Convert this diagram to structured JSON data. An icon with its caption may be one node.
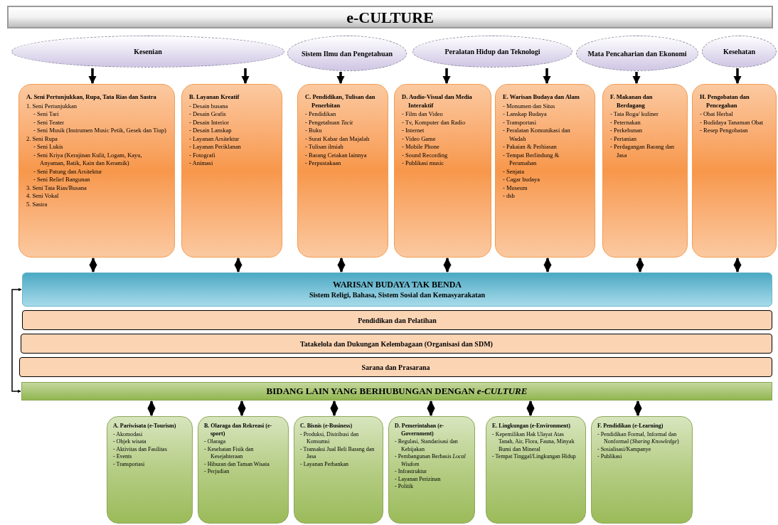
{
  "diagram": {
    "title": "e-CULTURE",
    "nodes": [
      {
        "text": [
          "Kesenian"
        ]
      },
      {
        "text": [
          "Sistem Ilmu dan Pengetahuan"
        ]
      },
      {
        "text": [
          "Peralatan Hidup dan Teknologi"
        ]
      },
      {
        "text": [
          "Mata Pencaharian dan Ekonomi"
        ]
      },
      {
        "text": [
          "Kesehatan"
        ]
      },
      {
        "text": [
          "A. Seni Pertunjukkan, Rupa, Tata Rias dan Sastra",
          "1. Seni Pertunjukkan",
          "- Seni Tari",
          "- Seni Teater",
          "- Seni Musik (Instrumen Music Petik, Gesek dan Tiup)",
          "2. Seni Rupa",
          "- Seni Lukis",
          "- Seni Kriya (Kerajinan Kulit, Logam, Kayu, Anyaman, Batik, Kain dan Keramik)",
          "- Seni Patung dan Arsitektur",
          "- Seni Relief Bangunan",
          "3. Seni Tata Rias/Busana",
          "4. Seni Vokal",
          "5. Sastra"
        ]
      },
      {
        "text": [
          "B. Layanan Kreatif",
          "- Desain busana",
          "- Desain Grafis",
          "- Desain Interior",
          "- Desain Lanskap",
          "- Layanan Arsitektur",
          "- Layanan Periklanan",
          "- Fotografi",
          "- Animasi"
        ]
      },
      {
        "text": [
          "C. Pendidikan, Tulisan dan Penerbitan",
          "- Pendidikan",
          "- Pengetahuan *Tacit*",
          "- Buku",
          "- Surat Kabar dan Majalah",
          "- Tulisan ilmiah",
          "- Barang Cetakan lainnya",
          "- Perpustakaan"
        ]
      },
      {
        "text": [
          "D. Audio-Visual dan Media Interaktif",
          "- Film dan Video",
          "- Tv, Komputer dan Radio",
          "- Internet",
          "- Video Game",
          "- Mobile Phone",
          "- Sound Recording",
          "- Publikasi music"
        ]
      },
      {
        "text": [
          "E. Warisan Budaya dan Alam",
          "- Monumen dan Situs",
          "- Lanskap Budaya",
          "- Transportasi",
          "- Peralatan Komunikasi dan Wadah",
          "- Pakaian & Perhiasan",
          "- Tempat Berlindung & Perumahan",
          "- Senjata",
          "- Cagar budaya",
          "- Museum",
          "- dsb"
        ]
      },
      {
        "text": [
          "F. Makanan dan Berdagang",
          "- Tata Boga/ kuliner",
          "- Peternakan",
          "- Perkebunan",
          "- Pertanian",
          "- Perdagangan Barang dan Jasa"
        ]
      },
      {
        "text": [
          "H. Pengobatan dan Pencegahan",
          "- Obat Herbal",
          "- Budidaya Tanaman Obat",
          "- Resep Pengobatan"
        ]
      },
      {
        "text": [
          "WARISAN BUDAYA TAK BENDA",
          "Sistem Religi, Bahasa, Sistem Sosial dan Kemasyarakatan"
        ]
      },
      {
        "text": [
          "Pendidikan dan Pelatihan"
        ]
      },
      {
        "text": [
          "Tatakelola dan Dukungan Kelembagaan (Organisasi dan SDM)"
        ]
      },
      {
        "text": [
          "Sarana dan Prasarana"
        ]
      },
      {
        "text": [
          "BIDANG LAIN YANG BERHUBUNGAN DENGAN *e-CULTURE*"
        ]
      },
      {
        "text": [
          "A. Pariwisata (e-Tourism)",
          "- Akomodasi",
          "- Objek wisata",
          "- Aktivitas dan Fasilitas",
          "- Events",
          "- Transportasi"
        ]
      },
      {
        "text": [
          "B. Olaraga dan Rekreasi (e-sport)",
          "- Olaraga",
          "- Kesehatan Fisik dan Kesejahteraan",
          "- Hiburan dan Taman Wisata",
          "- Perjudian"
        ]
      },
      {
        "text": [
          "C. Bisnis (e-Business)",
          "- Produksi, Distribusi dan Konsumsi",
          "- Transaksi Jual Beli Barang dan Jasa",
          "- Layanan Perbankan"
        ]
      },
      {
        "text": [
          "D. Pemerintahan (e-Government)",
          "- Regulasi, Standarisasi dan Kebijakan",
          "- Pembangunan Berbasis *Local Wisdom*",
          "- Infrastruktur",
          "- Layanan Perizinan",
          "- Politik"
        ]
      },
      {
        "text": [
          "E. Lingkungan (e-Environment)",
          "- Kepemilikan Hak Ulayat Atas Tanah, Air, Flora, Fauna, Minyak Bumi dan Mineral",
          "- Tempat Tinggal/Lingkungan Hidup"
        ]
      },
      {
        "text": [
          "F. Pendidikan (e-Learning)",
          "- Pendidikan Formal, Informal dan Nonformal (*Sharing Knowledge*)",
          "- Sosialisasi/Kampanye",
          "- Publikasi"
        ]
      }
    ],
    "edges": [
      {
        "from": 0,
        "to": 5,
        "arrow": "to"
      },
      {
        "from": 0,
        "to": 6,
        "arrow": "to"
      },
      {
        "from": 1,
        "to": 7,
        "arrow": "to"
      },
      {
        "from": 2,
        "to": 8,
        "arrow": "to"
      },
      {
        "from": 2,
        "to": 9,
        "arrow": "to"
      },
      {
        "from": 3,
        "to": 10,
        "arrow": "to"
      },
      {
        "from": 4,
        "to": 11,
        "arrow": "to"
      },
      {
        "from": 5,
        "to": 12,
        "arrow": "both"
      },
      {
        "from": 6,
        "to": 12,
        "arrow": "both"
      },
      {
        "from": 7,
        "to": 12,
        "arrow": "both"
      },
      {
        "from": 8,
        "to": 12,
        "arrow": "both"
      },
      {
        "from": 9,
        "to": 12,
        "arrow": "both"
      },
      {
        "from": 10,
        "to": 12,
        "arrow": "both"
      },
      {
        "from": 11,
        "to": 12,
        "arrow": "both"
      },
      {
        "from": 16,
        "to": 17,
        "arrow": "both"
      },
      {
        "from": 16,
        "to": 18,
        "arrow": "both"
      },
      {
        "from": 16,
        "to": 19,
        "arrow": "both"
      },
      {
        "from": 16,
        "to": 20,
        "arrow": "both"
      },
      {
        "from": 16,
        "to": 21,
        "arrow": "both"
      },
      {
        "from": 16,
        "to": 22,
        "arrow": "both"
      },
      {
        "from": 12,
        "to": 16,
        "arrow": "both"
      }
    ]
  }
}
